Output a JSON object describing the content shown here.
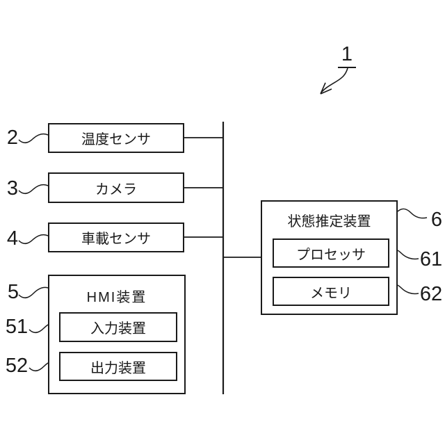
{
  "figure_ref": "1",
  "blocks": {
    "temperature_sensor": {
      "label": "温度センサ",
      "ref": "2"
    },
    "camera": {
      "label": "カメラ",
      "ref": "3"
    },
    "vehicle_sensor": {
      "label": "車載センサ",
      "ref": "4"
    },
    "hmi_device": {
      "label": "HMI装置",
      "ref": "5"
    },
    "input_device": {
      "label": "入力装置",
      "ref": "51"
    },
    "output_device": {
      "label": "出力装置",
      "ref": "52"
    },
    "state_estimation_device": {
      "label": "状態推定装置",
      "ref": "6"
    },
    "processor": {
      "label": "プロセッサ",
      "ref": "61"
    },
    "memory": {
      "label": "メモリ",
      "ref": "62"
    }
  },
  "colors": {
    "line": "#1a1a1a",
    "background": "#ffffff"
  }
}
